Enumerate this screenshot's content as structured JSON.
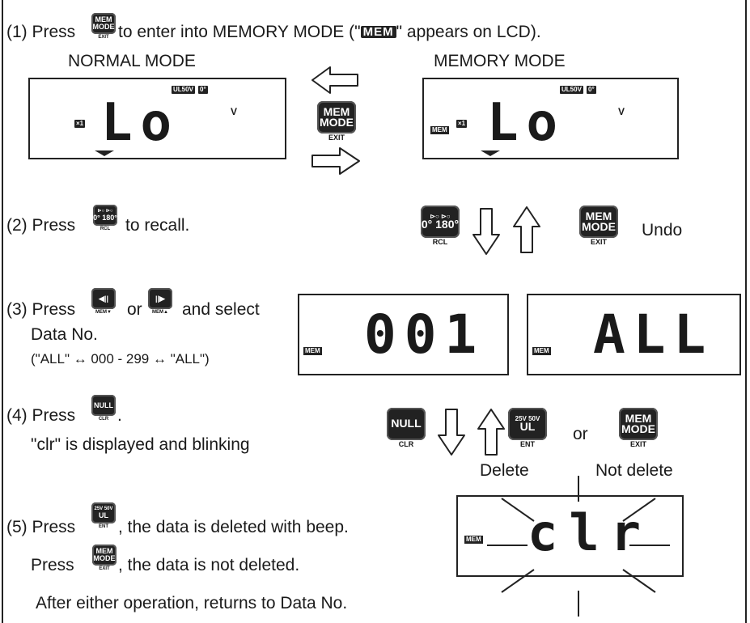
{
  "step1": {
    "prefix": "(1) Press",
    "text": "to enter into MEMORY MODE (\"",
    "badge": "MEM",
    "suffix": "\" appears on LCD).",
    "normal_label": "NORMAL MODE",
    "memory_label": "MEMORY MODE"
  },
  "step2": {
    "prefix": "(2) Press",
    "text": "to recall.",
    "undo": "Undo"
  },
  "step3": {
    "prefix": "(3) Press",
    "or": "or",
    "text": "and select",
    "line2": "Data No.",
    "line3": "(\"ALL\" ↔ 000 - 299 ↔ \"ALL\")"
  },
  "step4": {
    "prefix": "(4) Press",
    "period": ".",
    "line2": "\"clr\" is displayed and blinking",
    "or": "or",
    "delete": "Delete",
    "not_delete": "Not delete"
  },
  "step5": {
    "prefix": "(5) Press",
    "text": ", the data is deleted with beep.",
    "line2_prefix": "Press",
    "line2_text": ", the data is not deleted.",
    "line3": "After either operation, returns to Data No."
  },
  "keys": {
    "mem_top": "MEM",
    "mem_bot": "MODE",
    "mem_sub": "EXIT",
    "rcl_top": "⊳○ ⊳○",
    "rcl_mid": "0° 180°",
    "rcl_sub": "RCL",
    "left_icon": "◀||",
    "left_sub": "MEM▼",
    "right_icon": "||▶",
    "right_sub": "MEM▲",
    "null_label": "NULL",
    "null_sub": "CLR",
    "ul_top": "25V 50V",
    "ul_mid": "UL",
    "ul_sub": "ENT"
  },
  "lcd": {
    "range": "UL50V",
    "angle": "0°",
    "x1": "×1",
    "lo": "Lo",
    "unit": "V",
    "mem": "MEM",
    "num": "001",
    "all": "ALL",
    "clr": "clr"
  }
}
